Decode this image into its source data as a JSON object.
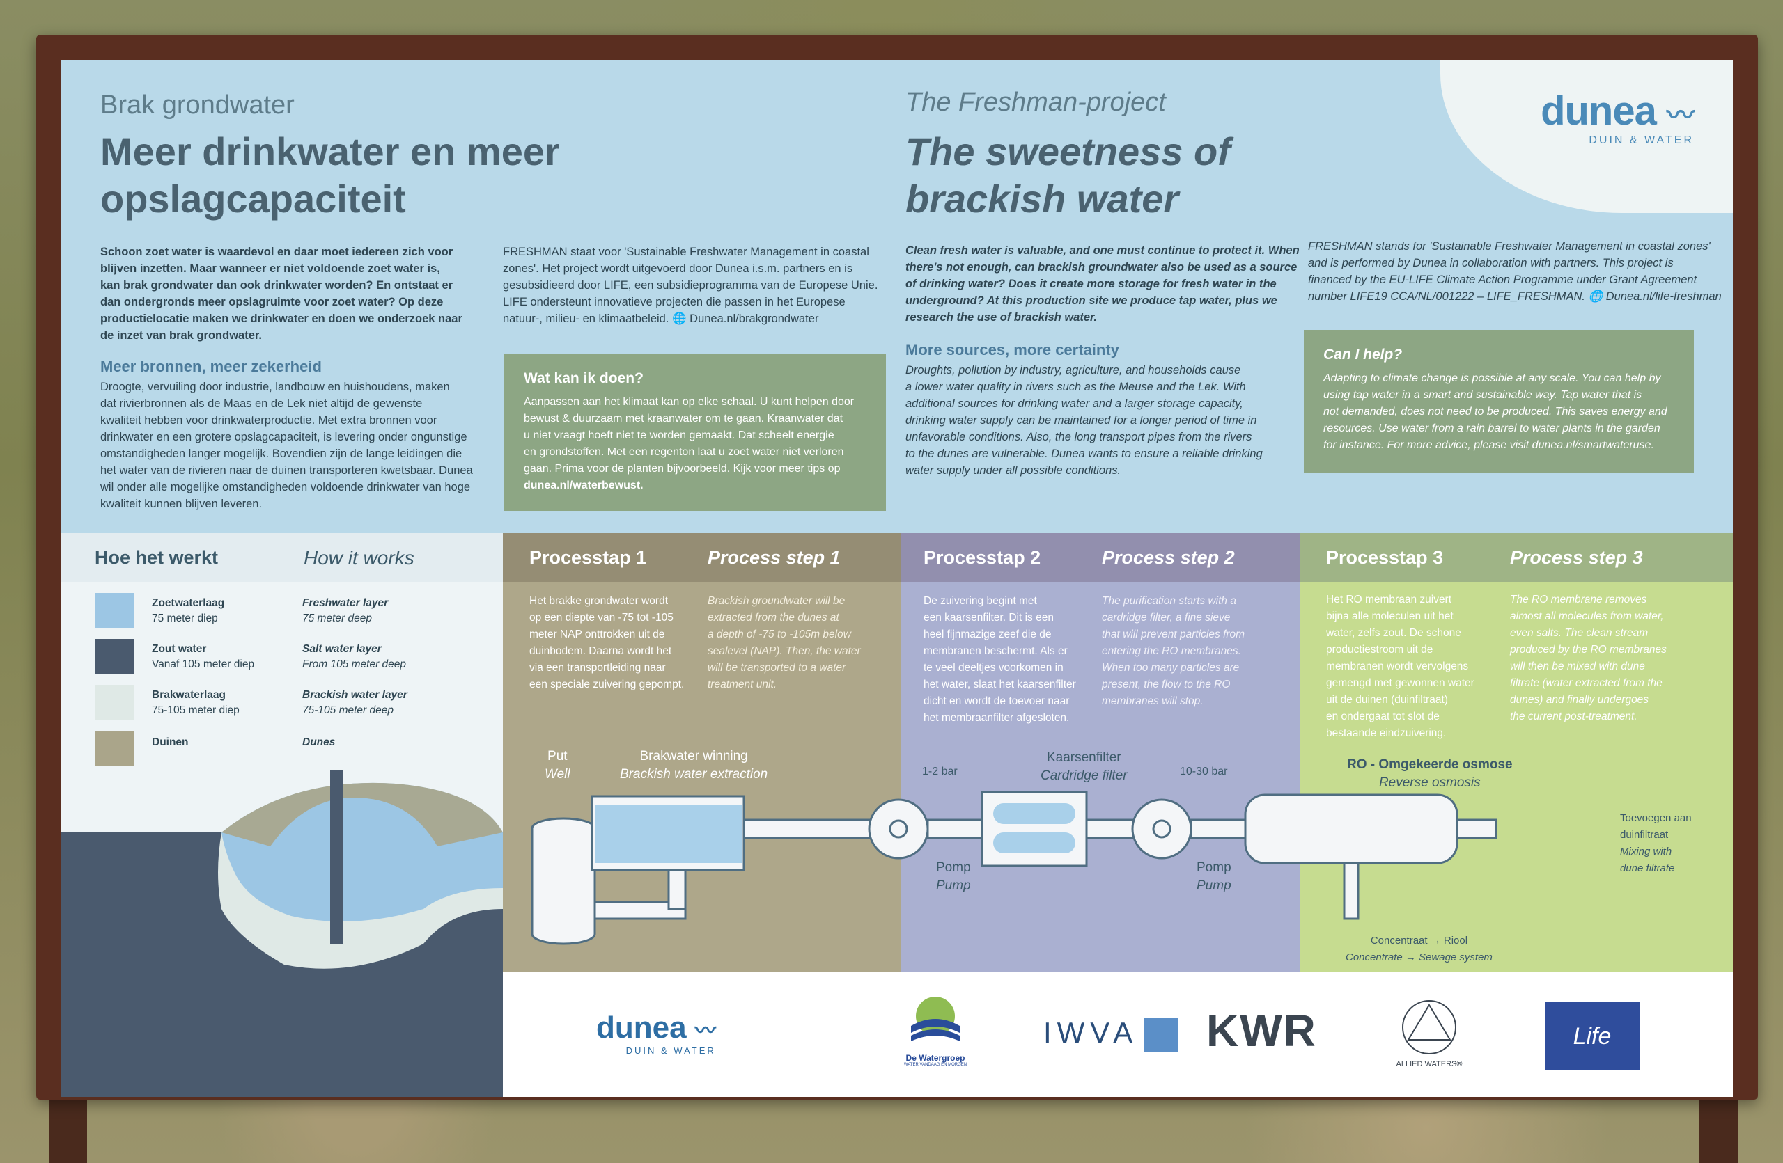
{
  "brand": {
    "name": "dunea",
    "tagline": "DUIN & WATER"
  },
  "nl": {
    "subtitle": "Brak grondwater",
    "title_l1": "Meer drinkwater en meer",
    "title_l2": "opslagcapaciteit",
    "intro": [
      "Schoon zoet water is waardevol en daar moet iedereen zich voor",
      "blijven inzetten. Maar wanneer er niet voldoende zoet water is,",
      "kan brak grondwater dan ook drinkwater worden? En ontstaat er",
      "dan ondergronds meer opslagruimte voor zoet water? Op deze",
      "productielocatie maken we drinkwater en doen we onderzoek naar",
      "de inzet van brak grondwater."
    ],
    "project": [
      "FRESHMAN staat voor 'Sustainable Freshwater Management in coastal",
      "zones'. Het project wordt uitgevoerd door Dunea i.s.m. partners en is",
      "gesubsidieerd door LIFE, een subsidieprogramma van de Europese Unie.",
      "LIFE ondersteunt innovatieve projecten die passen in het Europese",
      "natuur-, milieu- en klimaatbeleid.  🌐 Dunea.nl/brakgrondwater"
    ],
    "more_title": "Meer bronnen, meer zekerheid",
    "more": [
      "Droogte, vervuiling door industrie, landbouw en huishoudens, maken",
      "dat rivierbronnen als de Maas en de Lek niet altijd de gewenste",
      "kwaliteit hebben voor drinkwaterproductie. Met extra bronnen voor",
      "drinkwater en een grotere opslagcapaciteit, is levering onder ongunstige",
      "omstandigheden langer mogelijk. Bovendien zijn de lange leidingen die",
      "het water van de rivieren naar de duinen transporteren kwetsbaar. Dunea",
      "wil onder alle mogelijke omstandigheden voldoende drinkwater van hoge",
      "kwaliteit kunnen blijven leveren."
    ],
    "help_title": "Wat kan ik doen?",
    "help": [
      "Aanpassen aan het klimaat kan op elke schaal. U kunt helpen door",
      "bewust & duurzaam met kraanwater om te gaan. Kraanwater dat",
      "u niet vraagt hoeft niet te worden gemaakt. Dat scheelt energie",
      "en grondstoffen. Met een regenton laat u zoet water niet verloren",
      "gaan. Prima voor de planten bijvoorbeeld. Kijk voor meer tips op",
      "dunea.nl/waterbewust."
    ]
  },
  "en": {
    "subtitle": "The Freshman-project",
    "title_l1": "The sweetness of",
    "title_l2": "brackish water",
    "intro": [
      "Clean fresh water is valuable, and one must continue to protect it. When",
      "there's not enough, can brackish groundwater also be used as a source",
      "of drinking water? Does it create more storage for fresh water in the",
      "underground? At this production site we produce tap water, plus we",
      "research the use of brackish water."
    ],
    "project": [
      "FRESHMAN stands for 'Sustainable Freshwater Management in coastal zones'",
      "and is performed by Dunea in collaboration with partners. This project is",
      "financed by the EU-LIFE Climate Action Programme under Grant Agreement",
      "number LIFE19 CCA/NL/001222 – LIFE_FRESHMAN.  🌐 Dunea.nl/life-freshman"
    ],
    "more_title": "More sources, more certainty",
    "more": [
      "Droughts, pollution by industry, agriculture, and households cause",
      "a lower water quality in rivers such as the Meuse and the Lek. With",
      "additional sources for drinking water and a larger storage capacity,",
      "drinking water supply can be maintained for a longer period of time in",
      "unfavorable conditions. Also, the long transport pipes from the rivers",
      "to the dunes are vulnerable. Dunea wants to ensure a reliable drinking",
      "water supply under all possible conditions."
    ],
    "help_title": "Can I help?",
    "help": [
      "Adapting to climate change is possible at any scale. You can help by",
      "using tap water in a smart and sustainable way. Tap water that is",
      "not demanded, does not need to be produced. This saves energy and",
      "resources. Use water from a rain barrel to water plants in the garden",
      "for instance. For more advice, please visit dunea.nl/smartwateruse."
    ]
  },
  "how": {
    "nl": "Hoe het werkt",
    "en": "How it works",
    "legend": [
      {
        "nl": "Zoetwaterlaag",
        "nl2": "75 meter diep",
        "en": "Freshwater layer",
        "en2": "75 meter deep",
        "color": "#9cc6e4"
      },
      {
        "nl": "Zout water",
        "nl2": "Vanaf 105 meter diep",
        "en": "Salt water layer",
        "en2": "From 105 meter deep",
        "color": "#4a5a6e"
      },
      {
        "nl": "Brakwaterlaag",
        "nl2": "75-105 meter diep",
        "en": "Brackish water layer",
        "en2": "75-105 meter deep",
        "color": "#dfe9e6"
      },
      {
        "nl": "Duinen",
        "nl2": "",
        "en": "Dunes",
        "en2": "",
        "color": "#aaa58a"
      }
    ]
  },
  "steps": [
    {
      "nl": "Processtap 1",
      "en": "Process step 1",
      "nl_text": [
        "Het brakke grondwater wordt",
        "op een diepte van -75 tot -105",
        "meter NAP onttrokken uit de",
        "duinbodem. Daarna wordt het",
        "via een transportleiding naar",
        "een speciale zuivering gepompt."
      ],
      "en_text": [
        "Brackish groundwater will be",
        "extracted from the dunes at",
        "a depth of -75 to -105m below",
        "sealevel (NAP). Then, the water",
        "will be transported to a water",
        "treatment unit."
      ]
    },
    {
      "nl": "Processtap 2",
      "en": "Process step 2",
      "nl_text": [
        "De zuivering begint met",
        "een kaarsenfilter. Dit is een",
        "heel fijnmazige zeef die de",
        "membranen beschermt. Als er",
        "te veel deeltjes voorkomen in",
        "het water, slaat het kaarsenfilter",
        "dicht en wordt de toevoer naar",
        "het membraanfilter afgesloten."
      ],
      "en_text": [
        "The purification starts with a",
        "cardridge filter, a fine sieve",
        "that will prevent particles from",
        "entering the RO membranes.",
        "When too many particles are",
        "present, the flow to the RO",
        "membranes will stop."
      ]
    },
    {
      "nl": "Processtap 3",
      "en": "Process step 3",
      "nl_text": [
        "Het RO membraan zuivert",
        "bijna alle moleculen uit het",
        "water, zelfs zout. De schone",
        "productiestroom uit de",
        "membranen wordt vervolgens",
        "gemengd met gewonnen water",
        "uit de duinen (duinfiltraat)",
        "en ondergaat tot slot de",
        "bestaande eindzuivering."
      ],
      "en_text": [
        "The RO membrane removes",
        "almost all molecules from water,",
        "even salts. The clean stream",
        "produced by the RO membranes",
        "will then be mixed with dune",
        "filtrate (water extracted from the",
        "dunes) and finally undergoes",
        "the current post-treatment."
      ]
    }
  ],
  "diagram": {
    "put_nl": "Put",
    "put_en": "Well",
    "winning_nl": "Brakwater winning",
    "winning_en": "Brackish water extraction",
    "pump1_bar": "1-2 bar",
    "pump_nl": "Pomp",
    "pump_en": "Pump",
    "filter_nl": "Kaarsenfilter",
    "filter_en": "Cardridge filter",
    "pump2_bar": "10-30 bar",
    "ro_nl": "RO - Omgekeerde osmose",
    "ro_en": "Reverse osmosis",
    "mix_nl1": "Toevoegen aan",
    "mix_nl2": "duinfiltraat",
    "mix_en1": "Mixing with",
    "mix_en2": "dune filtrate",
    "conc_nl": "Concentraat → Riool",
    "conc_en": "Concentrate → Sewage system"
  },
  "partners": {
    "watergroep": "De Watergroep",
    "watergroep_sub": "WATER VANDAAG EN MORGEN",
    "iwva": "IWVA",
    "kwr": "KWR",
    "allied": "ALLIED WATERS®",
    "life": "Life"
  }
}
